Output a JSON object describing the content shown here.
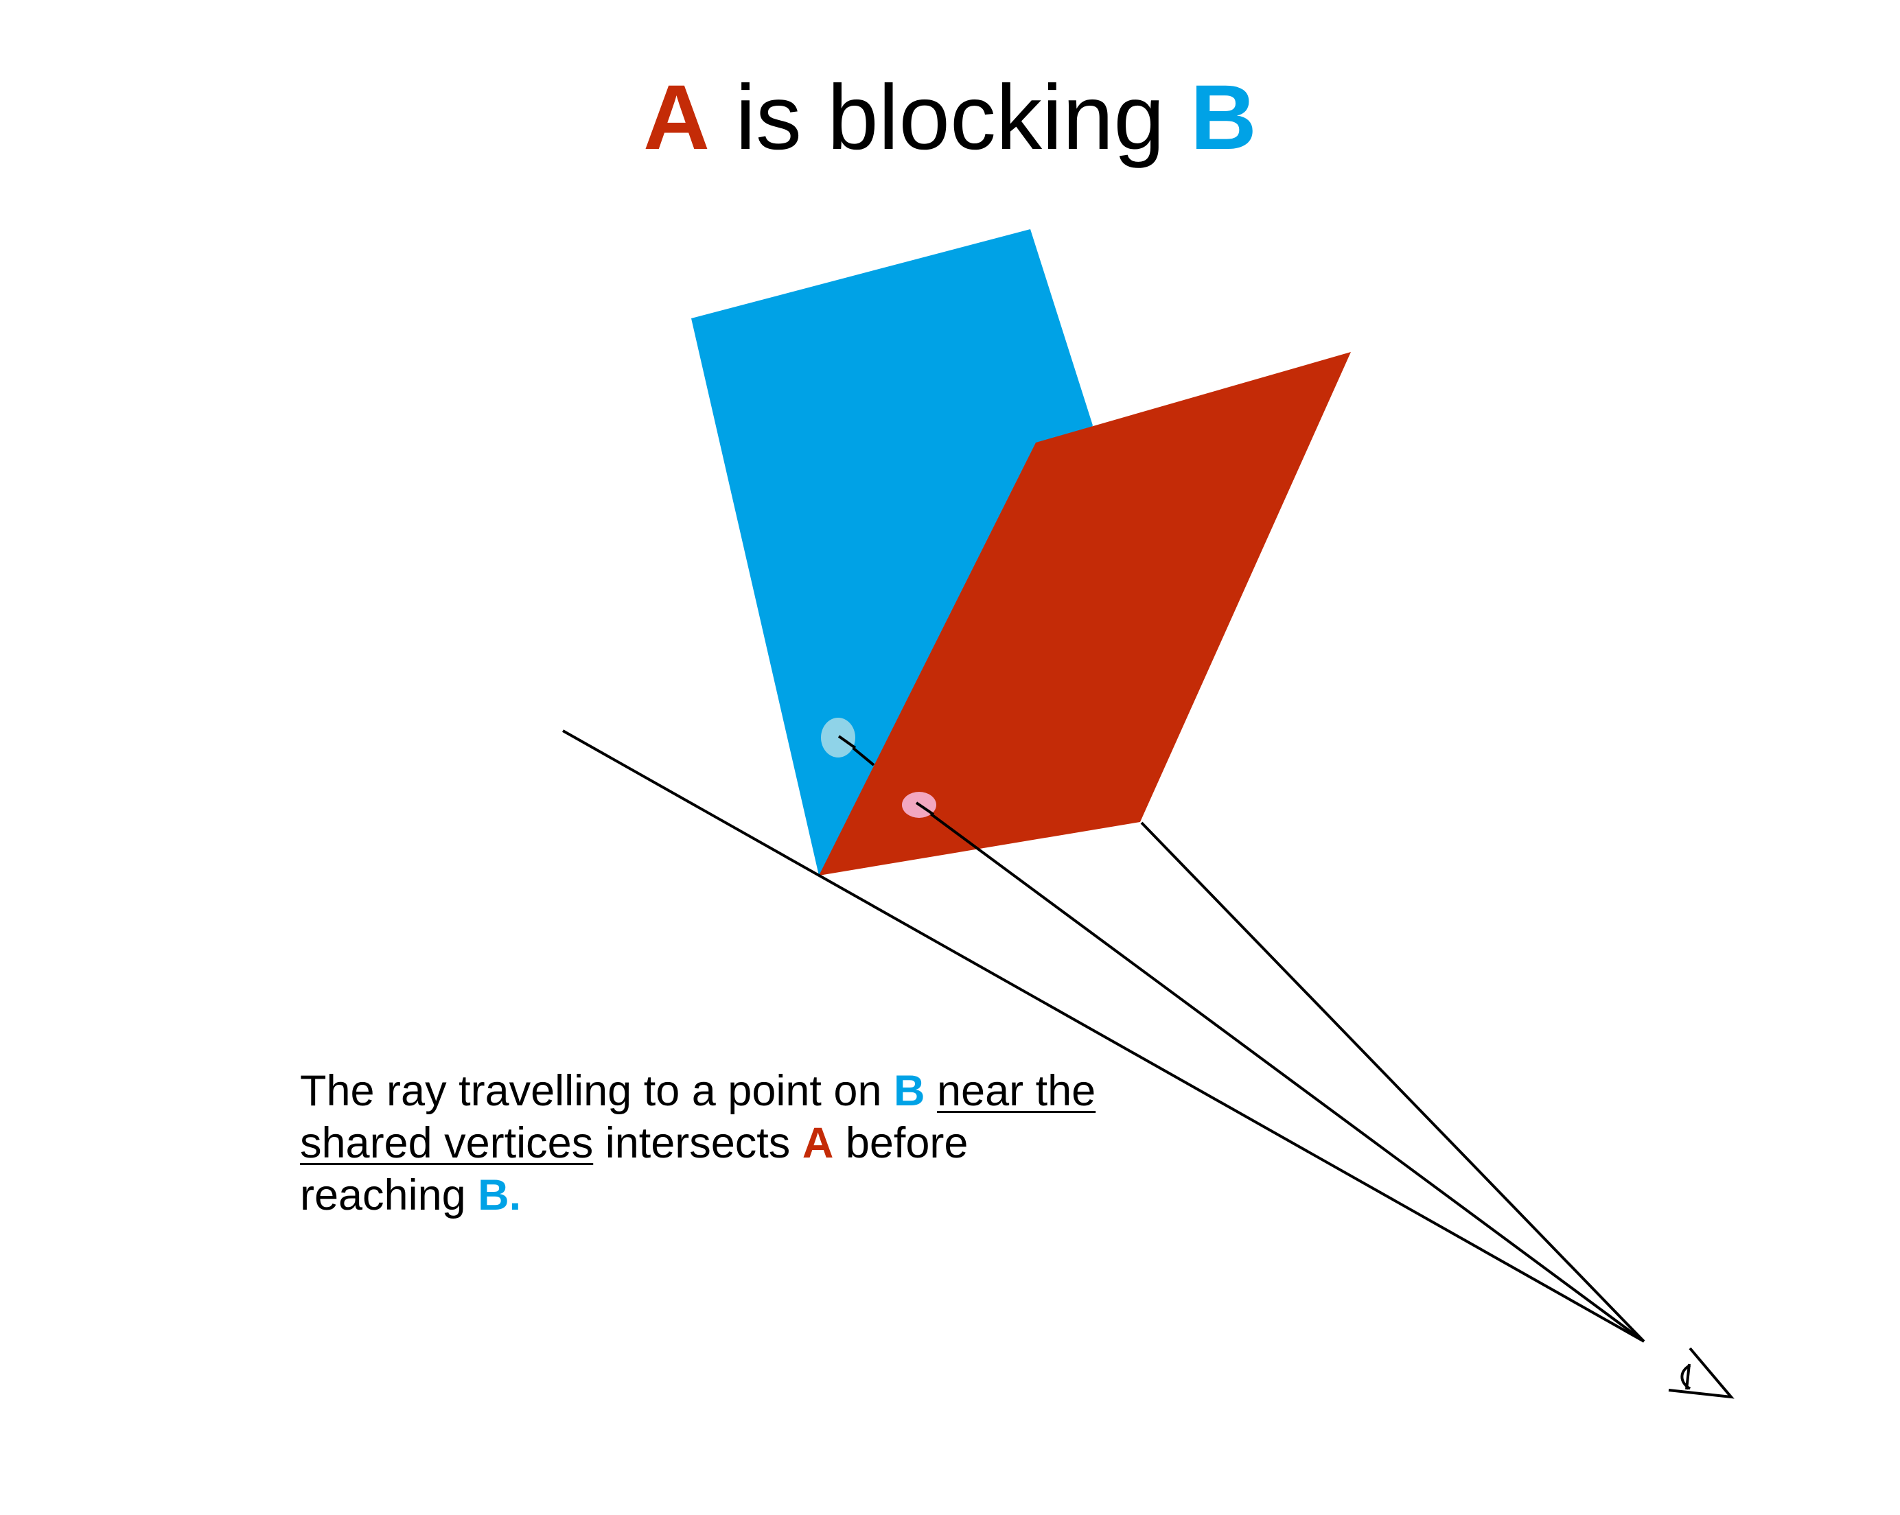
{
  "title": {
    "label_a": "A",
    "middle": " is blocking ",
    "label_b": "B"
  },
  "caption": {
    "part1": "The ray travelling to a point on ",
    "label_b": "B",
    "space1": " ",
    "underlined": "near the shared vertices",
    "part2": " intersects ",
    "label_a": "A",
    "part3": " before reaching ",
    "label_b_end": "B."
  },
  "colors": {
    "polygon_a": "#c42b07",
    "polygon_b": "#00a2e6",
    "point_on_b": "#8fd3e8",
    "point_on_a": "#f2a7c0",
    "ray": "#000000"
  },
  "icons": {
    "viewer": "eye-icon"
  }
}
